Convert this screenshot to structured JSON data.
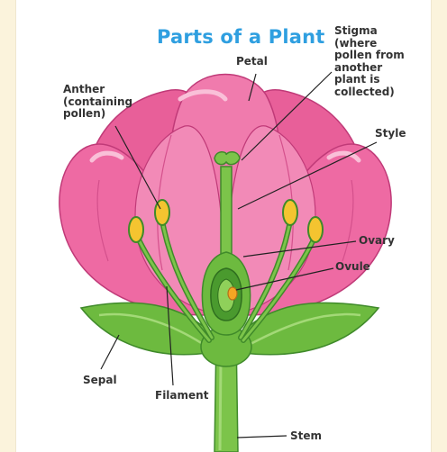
{
  "diagram": {
    "title": "Parts of a Plant",
    "labels": {
      "petal": "Petal",
      "stigma": "Stigma\n(where\npollen from\nanother\nplant is\ncollected)",
      "anther": "Anther\n(containing\npollen)",
      "style": "Style",
      "ovary": "Ovary",
      "ovule": "Ovule",
      "sepal": "Sepal",
      "filament": "Filament",
      "stem": "Stem"
    }
  },
  "colors": {
    "petal": "#ee6aa3",
    "petal_light": "#f7a3c8",
    "petal_dark": "#d94a8a",
    "green": "#6dba3f",
    "green_dark": "#3f8a2a",
    "anther": "#f4c430",
    "title": "#2f9fe0"
  }
}
